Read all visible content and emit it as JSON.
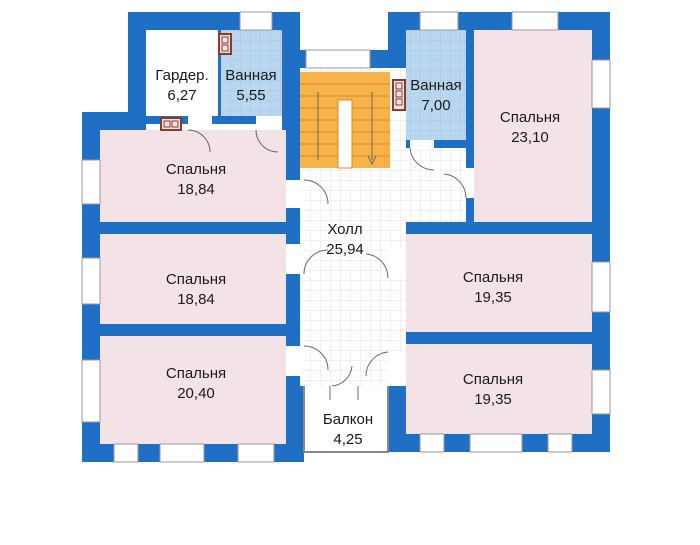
{
  "colors": {
    "wall": "#1f6fc4",
    "bedroom": "#f3e3e6",
    "bathroom": "#b9d6ee",
    "stair": "#f7b24a",
    "hall": "#ffffff",
    "grid": "#dcdcdc",
    "window": "#ffffff",
    "door_line": "#6a6a6a"
  },
  "rooms": [
    {
      "name": "Гардер.",
      "area": "6,27"
    },
    {
      "name": "Ванная",
      "area": "5,55"
    },
    {
      "name": "Ванная",
      "area": "7,00"
    },
    {
      "name": "Спальня",
      "area": "23,10"
    },
    {
      "name": "Спальня",
      "area": "18,84"
    },
    {
      "name": "Холл",
      "area": "25,94"
    },
    {
      "name": "Спальня",
      "area": "18,84"
    },
    {
      "name": "Спальня",
      "area": "19,35"
    },
    {
      "name": "Спальня",
      "area": "20,40"
    },
    {
      "name": "Спальня",
      "area": "19,35"
    },
    {
      "name": "Балкон",
      "area": "4,25"
    }
  ]
}
